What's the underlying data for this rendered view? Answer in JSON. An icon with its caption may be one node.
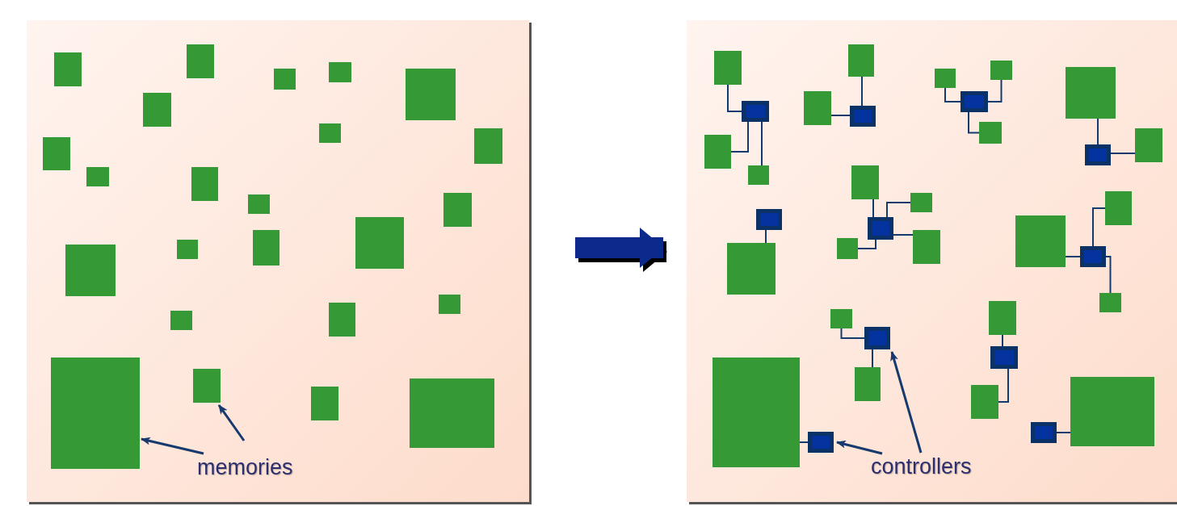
{
  "diagram": {
    "nodes": [
      {
        "text": [],
        "shape": "box"
      },
      {
        "text": [],
        "shape": "box",
        "in": 0
      },
      {
        "text": [],
        "shape": "box",
        "in": 0
      },
      {
        "text": [],
        "shape": "box",
        "in": 0
      },
      {
        "text": [],
        "shape": "box",
        "in": 0
      },
      {
        "text": [],
        "shape": "box",
        "in": 0
      },
      {
        "text": [],
        "shape": "box",
        "in": 0
      },
      {
        "text": [],
        "shape": "box",
        "in": 0
      },
      {
        "text": [],
        "shape": "box",
        "in": 0
      },
      {
        "text": [],
        "shape": "box",
        "in": 0
      },
      {
        "text": [],
        "shape": "box",
        "in": 0
      },
      {
        "text": [],
        "shape": "box",
        "in": 0
      },
      {
        "text": [],
        "shape": "box",
        "in": 0
      },
      {
        "text": [],
        "shape": "box",
        "in": 0
      },
      {
        "text": [],
        "shape": "box",
        "in": 0
      },
      {
        "text": [],
        "shape": "box",
        "in": 0
      },
      {
        "text": [],
        "shape": "box",
        "in": 0
      },
      {
        "text": [],
        "shape": "box",
        "in": 0
      },
      {
        "text": [],
        "shape": "box",
        "in": 0
      },
      {
        "text": [],
        "shape": "box",
        "in": 0
      },
      {
        "text": [],
        "shape": "box",
        "in": 0
      },
      {
        "text": [],
        "shape": "box",
        "in": 0
      },
      {
        "text": [],
        "shape": "box",
        "in": 0
      },
      {
        "text": [],
        "shape": "box",
        "in": 0
      },
      {
        "text": [],
        "shape": "box",
        "in": 0
      },
      {
        "text": [
          "memories"
        ],
        "in": 0
      },
      {
        "text": [],
        "shape": "box"
      },
      {
        "text": [],
        "shape": "box",
        "in": 26
      },
      {
        "text": [],
        "shape": "box",
        "in": 26
      },
      {
        "text": [],
        "shape": "box",
        "in": 26
      },
      {
        "text": [],
        "shape": "box",
        "in": 26
      },
      {
        "text": [],
        "shape": "box",
        "in": 26
      },
      {
        "text": [],
        "shape": "box",
        "in": 26
      },
      {
        "text": [],
        "shape": "box",
        "in": 26
      },
      {
        "text": [],
        "shape": "box",
        "in": 26
      },
      {
        "text": [],
        "shape": "box",
        "in": 26
      },
      {
        "text": [],
        "shape": "box",
        "in": 26
      },
      {
        "text": [],
        "shape": "box",
        "in": 26
      },
      {
        "text": [],
        "shape": "box",
        "in": 26
      },
      {
        "text": [],
        "shape": "box",
        "in": 26
      },
      {
        "text": [],
        "shape": "box",
        "in": 26
      },
      {
        "text": [],
        "shape": "box",
        "in": 26
      },
      {
        "text": [],
        "shape": "box",
        "in": 26
      },
      {
        "text": [],
        "shape": "box",
        "in": 26
      },
      {
        "text": [],
        "shape": "box",
        "in": 26
      },
      {
        "text": [],
        "shape": "box",
        "in": 26
      },
      {
        "text": [],
        "shape": "box",
        "in": 26
      },
      {
        "text": [],
        "shape": "box",
        "in": 26
      },
      {
        "text": [],
        "shape": "box",
        "in": 26
      },
      {
        "text": [],
        "shape": "box",
        "in": 26
      },
      {
        "text": [],
        "shape": "box",
        "in": 26
      },
      {
        "text": [],
        "shape": "box",
        "in": 26
      },
      {
        "text": [],
        "shape": "box",
        "in": 26
      },
      {
        "text": [],
        "shape": "box",
        "in": 26
      },
      {
        "text": [],
        "shape": "box",
        "in": 26
      },
      {
        "text": [],
        "shape": "box",
        "in": 26
      },
      {
        "text": [],
        "shape": "box",
        "in": 26
      },
      {
        "text": [],
        "shape": "box",
        "in": 26
      },
      {
        "text": [],
        "shape": "box",
        "in": 26
      },
      {
        "text": [],
        "shape": "box",
        "in": 26
      },
      {
        "text": [],
        "shape": "box",
        "in": 26
      },
      {
        "text": [],
        "shape": "box",
        "in": 26
      },
      {
        "text": [
          "controllers"
        ],
        "in": 26
      }
    ],
    "edges": [
      {
        "from": 0,
        "to": 26,
        "arrow": "to",
        "style": "thick",
        "color": "#0b2a8c"
      },
      {
        "from": 25,
        "to": 21,
        "arrow": "to"
      },
      {
        "from": 25,
        "to": 22,
        "arrow": "to"
      },
      {
        "from": 51,
        "to": 27,
        "arrow": "none"
      },
      {
        "from": 51,
        "to": 33,
        "arrow": "none"
      },
      {
        "from": 51,
        "to": 36,
        "arrow": "none"
      },
      {
        "from": 52,
        "to": 28,
        "arrow": "none"
      },
      {
        "from": 52,
        "to": 32,
        "arrow": "none"
      },
      {
        "from": 53,
        "to": 29,
        "arrow": "none"
      },
      {
        "from": 53,
        "to": 30,
        "arrow": "none"
      },
      {
        "from": 53,
        "to": 34,
        "arrow": "none"
      },
      {
        "from": 54,
        "to": 31,
        "arrow": "none"
      },
      {
        "from": 54,
        "to": 35,
        "arrow": "none"
      },
      {
        "from": 55,
        "to": 41,
        "arrow": "none"
      },
      {
        "from": 56,
        "to": 37,
        "arrow": "none"
      },
      {
        "from": 56,
        "to": 38,
        "arrow": "none"
      },
      {
        "from": 56,
        "to": 42,
        "arrow": "none"
      },
      {
        "from": 56,
        "to": 43,
        "arrow": "none"
      },
      {
        "from": 57,
        "to": 39,
        "arrow": "none"
      },
      {
        "from": 57,
        "to": 40,
        "arrow": "none"
      },
      {
        "from": 57,
        "to": 44,
        "arrow": "none"
      },
      {
        "from": 58,
        "to": 45,
        "arrow": "none"
      },
      {
        "from": 58,
        "to": 47,
        "arrow": "none"
      },
      {
        "from": 59,
        "to": 46,
        "arrow": "none"
      },
      {
        "from": 59,
        "to": 48,
        "arrow": "none"
      },
      {
        "from": 60,
        "to": 49,
        "arrow": "none"
      },
      {
        "from": 61,
        "to": 50,
        "arrow": "none"
      },
      {
        "from": 62,
        "to": 60,
        "arrow": "to"
      },
      {
        "from": 62,
        "to": 58,
        "arrow": "to"
      }
    ]
  }
}
